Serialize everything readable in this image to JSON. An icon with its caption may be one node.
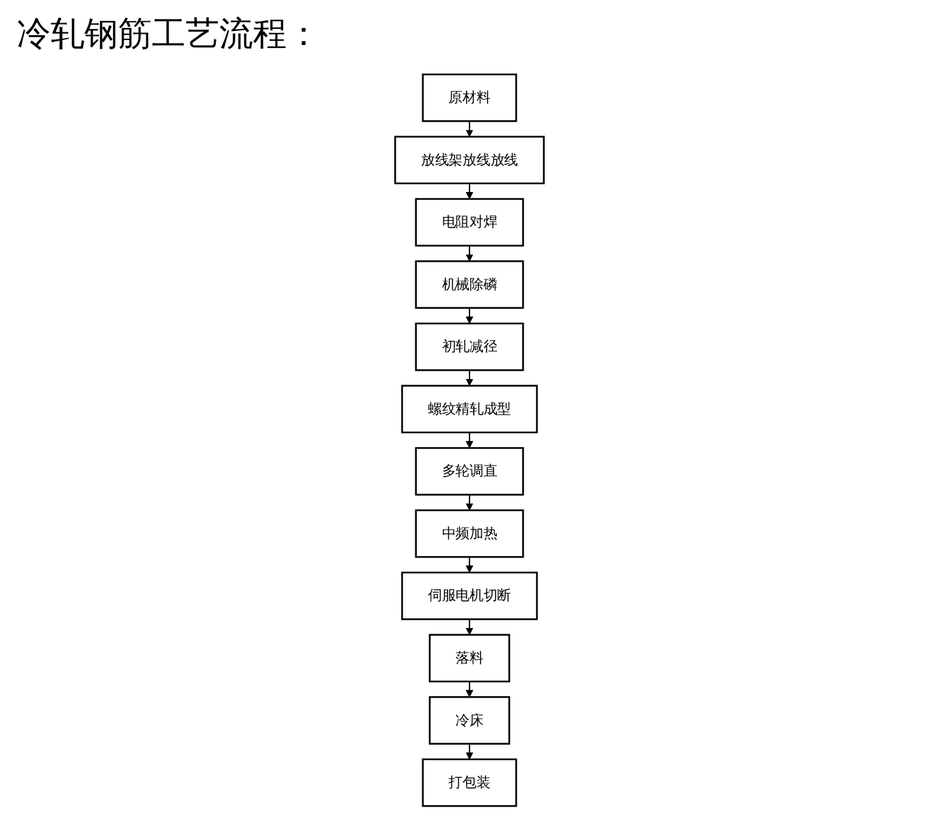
{
  "diagram": {
    "title": "冷轧钢筋工艺流程：",
    "nodes": [
      {
        "text": [
          "原材料"
        ]
      },
      {
        "text": [
          "放线架放线放线"
        ]
      },
      {
        "text": [
          "电阻对焊"
        ]
      },
      {
        "text": [
          "机械除磷"
        ]
      },
      {
        "text": [
          "初轧减径"
        ]
      },
      {
        "text": [
          "螺纹精轧成型"
        ]
      },
      {
        "text": [
          "多轮调直"
        ]
      },
      {
        "text": [
          "中频加热"
        ]
      },
      {
        "text": [
          "伺服电机切断"
        ]
      },
      {
        "text": [
          "落料"
        ]
      },
      {
        "text": [
          "冷床"
        ]
      },
      {
        "text": [
          "打包装"
        ]
      }
    ],
    "edges": [
      {
        "from": 0,
        "to": 1,
        "arrow": "to"
      },
      {
        "from": 1,
        "to": 2,
        "arrow": "to"
      },
      {
        "from": 2,
        "to": 3,
        "arrow": "to"
      },
      {
        "from": 3,
        "to": 4,
        "arrow": "to"
      },
      {
        "from": 4,
        "to": 5,
        "arrow": "to"
      },
      {
        "from": 5,
        "to": 6,
        "arrow": "to"
      },
      {
        "from": 6,
        "to": 7,
        "arrow": "to"
      },
      {
        "from": 7,
        "to": 8,
        "arrow": "to"
      },
      {
        "from": 8,
        "to": 9,
        "arrow": "to"
      },
      {
        "from": 9,
        "to": 10,
        "arrow": "to"
      },
      {
        "from": 10,
        "to": 11,
        "arrow": "to"
      }
    ]
  }
}
